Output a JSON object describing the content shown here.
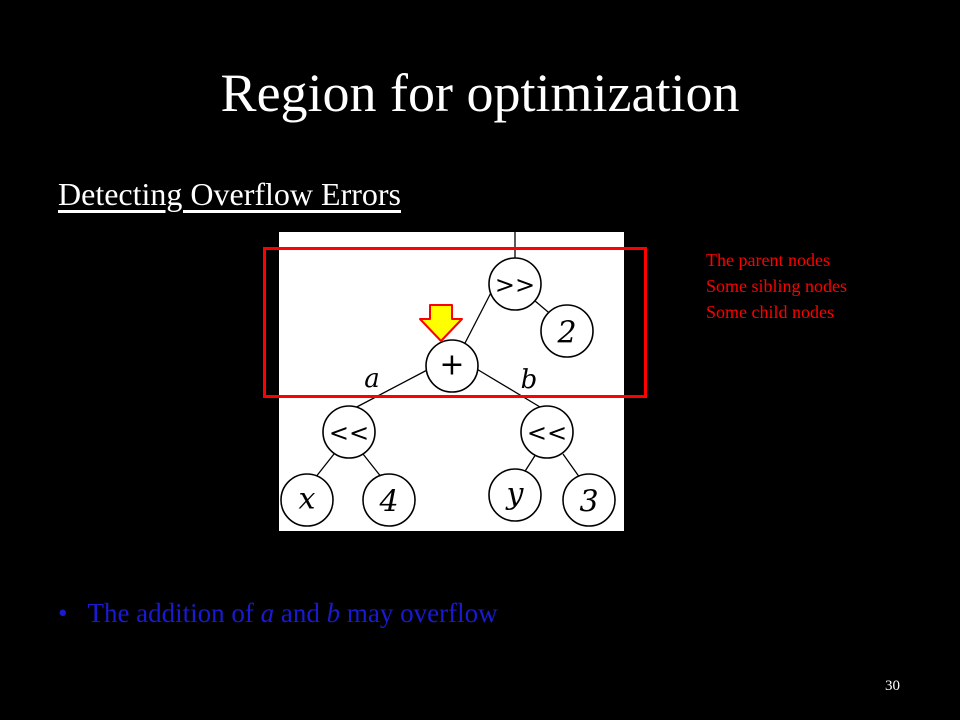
{
  "slide": {
    "title": "Region for optimization",
    "subtitle": "Detecting Overflow Errors",
    "page_number": "30"
  },
  "legend": {
    "lines": [
      "The parent nodes",
      "Some sibling nodes",
      "Some child nodes"
    ]
  },
  "bullet": {
    "before": "The addition of ",
    "var_a": "a",
    "middle": " and ",
    "var_b": "b",
    "after": " may overflow"
  },
  "tree": {
    "nodes": [
      {
        "id": "shr",
        "label": ">>",
        "italic": false
      },
      {
        "id": "two",
        "label": "2",
        "italic": true
      },
      {
        "id": "plus",
        "label": "+",
        "italic": false
      },
      {
        "id": "shl_left",
        "label": "<<",
        "italic": false
      },
      {
        "id": "shl_right",
        "label": "<<",
        "italic": false
      },
      {
        "id": "x",
        "label": "x",
        "italic": true
      },
      {
        "id": "four",
        "label": "4",
        "italic": true
      },
      {
        "id": "y",
        "label": "y",
        "italic": true
      },
      {
        "id": "three",
        "label": "3",
        "italic": true
      }
    ],
    "edge_labels": {
      "left": "a",
      "right": "b"
    }
  },
  "colors": {
    "background": "#000000",
    "title": "#ffffff",
    "highlight": "#ff0000",
    "bullet": "#1a1ad2",
    "arrow_fill": "#ffff00",
    "arrow_stroke": "#ff0000"
  }
}
